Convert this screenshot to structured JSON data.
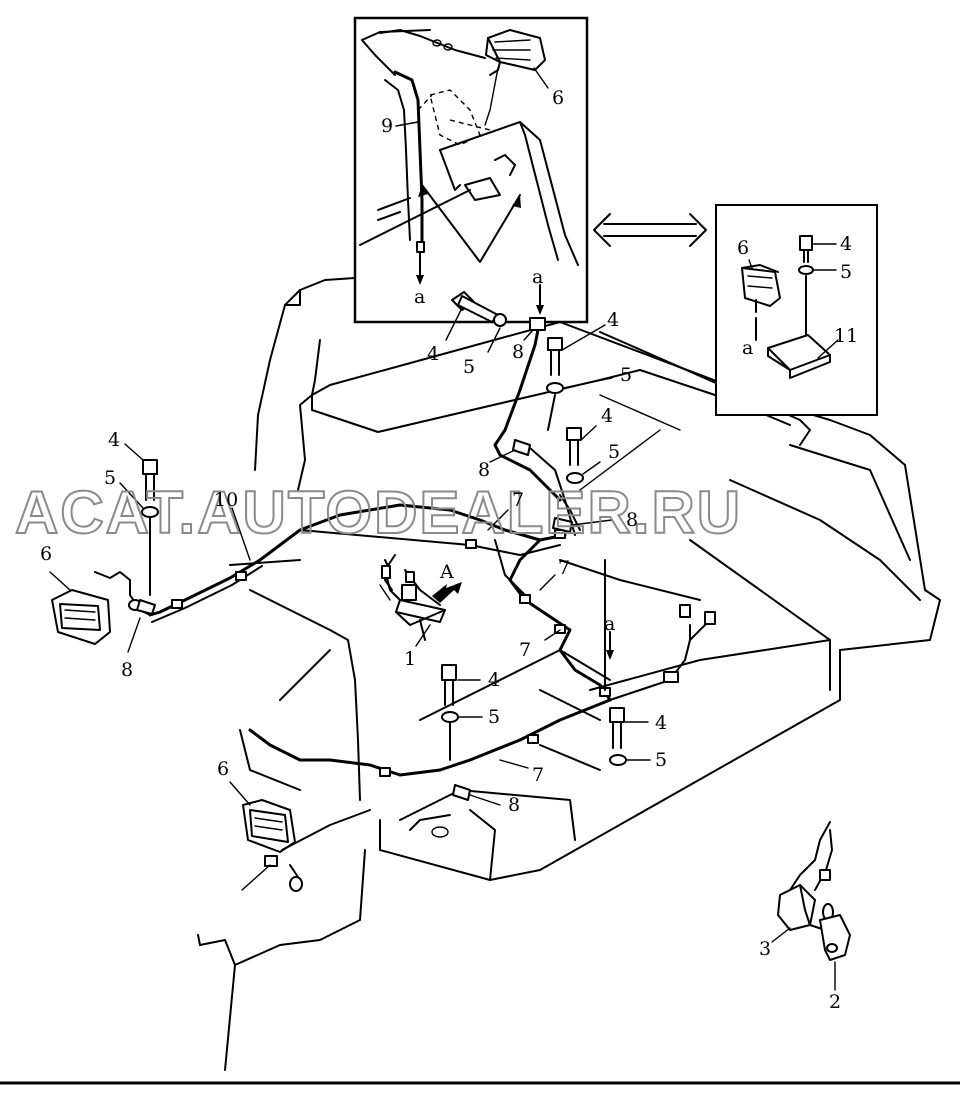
{
  "watermark": "ACAT.AUTODEALER.RU",
  "arrow_a": "A",
  "callouts": {
    "inset_top": {
      "c6": "6",
      "c9": "9",
      "ca": "a"
    },
    "inset_top_below": {
      "c4": "4",
      "c5": "5",
      "c8": "8",
      "ca": "a"
    },
    "inset_right": {
      "c6": "6",
      "c4": "4",
      "c5": "5",
      "c11": "11",
      "ca": "a"
    },
    "mid_right": {
      "c4a": "4",
      "c5a": "5",
      "c4b": "4",
      "c5b": "5",
      "c8a": "8",
      "c8b": "8",
      "c7a": "7",
      "c7b": "7",
      "ca": "a"
    },
    "left": {
      "c4": "4",
      "c5": "5",
      "c10": "10",
      "c6": "6",
      "c8": "8",
      "c7": "7",
      "c1": "1"
    },
    "bottom": {
      "c4a": "4",
      "c5a": "5",
      "c4b": "4",
      "c5b": "5",
      "c7": "7",
      "c8": "8",
      "c6": "6"
    },
    "bottom_right": {
      "c3": "3",
      "c2": "2"
    }
  }
}
